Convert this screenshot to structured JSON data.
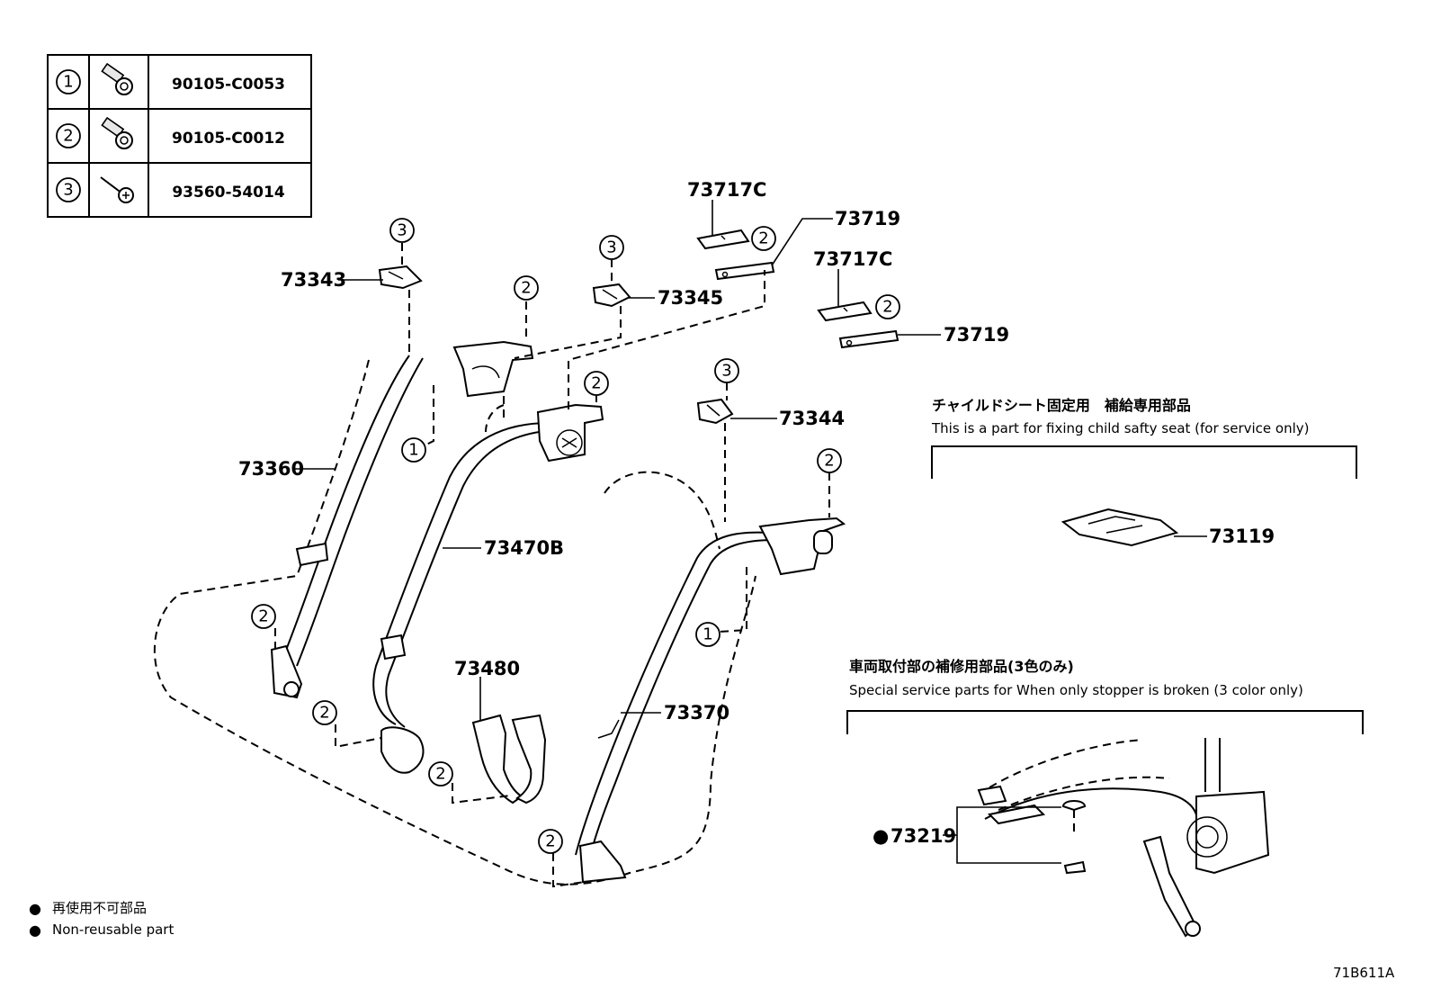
{
  "legend_table": {
    "rows": [
      {
        "ref": "1",
        "icon": "bolt-icon",
        "part_number": "90105-C0053"
      },
      {
        "ref": "2",
        "icon": "bolt-icon",
        "part_number": "90105-C0012"
      },
      {
        "ref": "3",
        "icon": "screw-icon",
        "part_number": "93560-54014"
      }
    ]
  },
  "callout_refs": {
    "one": "1",
    "two": "2",
    "three": "3"
  },
  "parts": {
    "p73343": "73343",
    "p73345": "73345",
    "p73717c_a": "73717C",
    "p73717c_b": "73717C",
    "p73719_a": "73719",
    "p73719_b": "73719",
    "p73344": "73344",
    "p73360": "73360",
    "p73470b": "73470B",
    "p73480": "73480",
    "p73370": "73370",
    "p73119": "73119",
    "p73219": "73219"
  },
  "notes": {
    "child_seat_jp": "チャイルドシート固定用　補給専用部品",
    "child_seat_en": "This is a part for fixing child safty seat (for service only)",
    "stopper_jp": "車両取付部の補修用部品(3色のみ)",
    "stopper_en": "Special service parts for When only stopper is broken (3 color only)",
    "nonreuse_jp": "再使用不可部品",
    "nonreuse_en": "Non-reusable part",
    "nonreuse_marker": "●",
    "p73219_marker": "●"
  },
  "drawing_code": "71B611A"
}
